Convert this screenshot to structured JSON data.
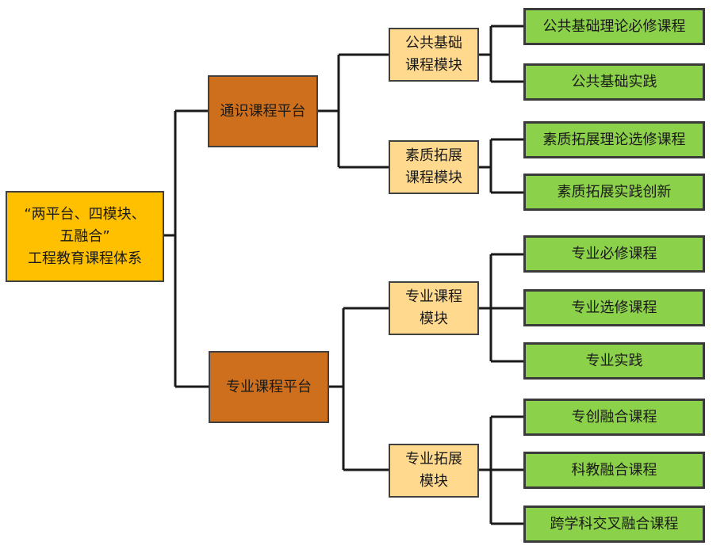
{
  "root": {
    "label": "“两平台、四模块、\n五融合”\n工程教育课程体系"
  },
  "platforms": [
    {
      "label": "通识课程平台"
    },
    {
      "label": "专业课程平台"
    }
  ],
  "modules": [
    {
      "label": "公共基础\n课程模块"
    },
    {
      "label": "素质拓展\n课程模块"
    },
    {
      "label": "专业课程\n模块"
    },
    {
      "label": "专业拓展\n模块"
    }
  ],
  "courses": [
    {
      "label": "公共基础理论必修课程"
    },
    {
      "label": "公共基础实践"
    },
    {
      "label": "素质拓展理论选修课程"
    },
    {
      "label": "素质拓展实践创新"
    },
    {
      "label": "专业必修课程"
    },
    {
      "label": "专业选修课程"
    },
    {
      "label": "专业实践"
    },
    {
      "label": "专创融合课程"
    },
    {
      "label": "科教融合课程"
    },
    {
      "label": "跨学科交叉融合课程"
    }
  ],
  "colors": {
    "root": "#FFC000",
    "platform": "#CD6F1C",
    "module": "#FFD98E",
    "course": "#8CD14A",
    "connector": "#1a1a1a"
  }
}
